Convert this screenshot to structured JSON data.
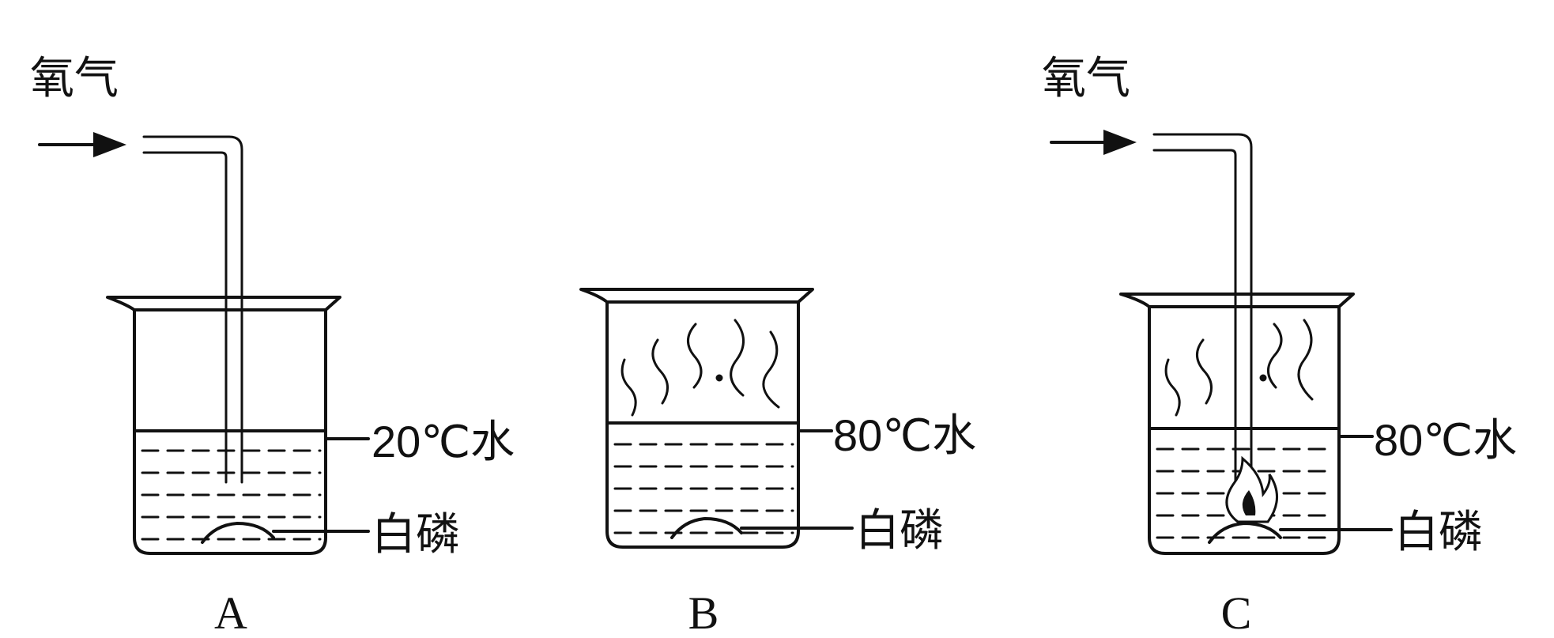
{
  "panels": [
    {
      "id": "A",
      "caption": "A",
      "gas_label": "氧气",
      "water_label": "20℃水",
      "solid_label": "白磷",
      "has_oxygen_tube": true,
      "has_vapor": false,
      "has_flame": false
    },
    {
      "id": "B",
      "caption": "B",
      "water_label": "80℃水",
      "solid_label": "白磷",
      "has_oxygen_tube": false,
      "has_vapor": true,
      "has_flame": false
    },
    {
      "id": "C",
      "caption": "C",
      "gas_label": "氧气",
      "water_label": "80℃水",
      "solid_label": "白磷",
      "has_oxygen_tube": true,
      "has_vapor": true,
      "has_flame": true
    }
  ]
}
